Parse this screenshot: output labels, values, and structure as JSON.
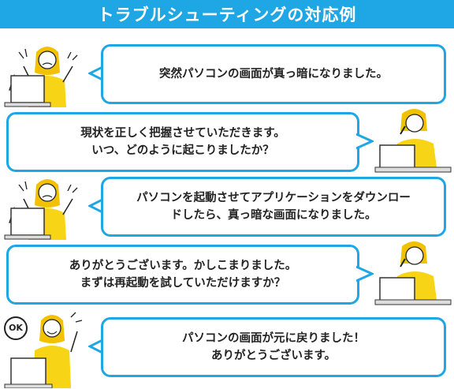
{
  "header": {
    "title": "トラブルシューティングの対応例"
  },
  "colors": {
    "accent": "#1ea7e4",
    "person_top": "#f7d415",
    "hair": "#f2c200"
  },
  "rows": [
    {
      "speaker": "user",
      "lines": [
        "突然パソコンの画面が真っ暗になりました。"
      ]
    },
    {
      "speaker": "support",
      "lines": [
        "現状を正しく把握させていただきます。",
        "いつ、どのように起こりましたか？"
      ]
    },
    {
      "speaker": "user",
      "lines": [
        "パソコンを起動させてアプリケーションをダウンロー",
        "ドしたら、真っ暗な画面になりました。"
      ]
    },
    {
      "speaker": "support",
      "lines": [
        "ありがとうございます。かしこまりました。",
        "まずは再起動を試していただけますか？"
      ]
    },
    {
      "speaker": "user",
      "lines": [
        "パソコンの画面が元に戻りました！",
        "ありがとうございます。"
      ]
    }
  ],
  "ok_badge": "OK"
}
